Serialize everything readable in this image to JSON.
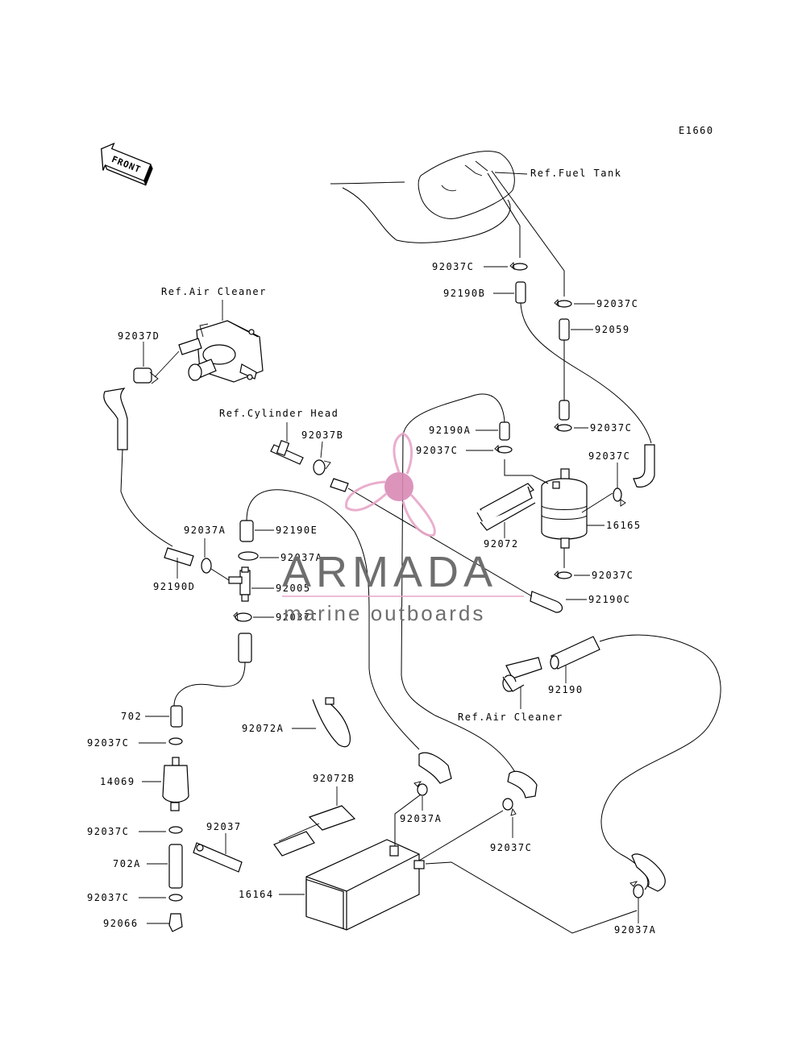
{
  "diagram_code": "E1660",
  "front_label": "FRONT",
  "refs": {
    "fuel_tank": "Ref.Fuel Tank",
    "air_cleaner_top": "Ref.Air Cleaner",
    "cylinder_head": "Ref.Cylinder Head",
    "air_cleaner_bottom": "Ref.Air Cleaner"
  },
  "parts": [
    {
      "key": "p1",
      "label": "92037C"
    },
    {
      "key": "p2",
      "label": "92190B"
    },
    {
      "key": "p3",
      "label": "92037C"
    },
    {
      "key": "p4",
      "label": "92059"
    },
    {
      "key": "p5",
      "label": "92037D"
    },
    {
      "key": "p6",
      "label": "92037B"
    },
    {
      "key": "p7",
      "label": "92190A"
    },
    {
      "key": "p8",
      "label": "92037C"
    },
    {
      "key": "p9",
      "label": "92037C"
    },
    {
      "key": "p10",
      "label": "92037C"
    },
    {
      "key": "p11",
      "label": "16165"
    },
    {
      "key": "p12",
      "label": "92072"
    },
    {
      "key": "p13",
      "label": "92037A"
    },
    {
      "key": "p14",
      "label": "92190E"
    },
    {
      "key": "p15",
      "label": "92037A"
    },
    {
      "key": "p16",
      "label": "92005"
    },
    {
      "key": "p17",
      "label": "92190D"
    },
    {
      "key": "p18",
      "label": "92037C"
    },
    {
      "key": "p19",
      "label": "92037C"
    },
    {
      "key": "p20",
      "label": "92190C"
    },
    {
      "key": "p21",
      "label": "92190"
    },
    {
      "key": "p22",
      "label": "702"
    },
    {
      "key": "p23",
      "label": "92037C"
    },
    {
      "key": "p24",
      "label": "92072A"
    },
    {
      "key": "p25",
      "label": "14069"
    },
    {
      "key": "p26",
      "label": "92072B"
    },
    {
      "key": "p27",
      "label": "92037A"
    },
    {
      "key": "p28",
      "label": "92037C"
    },
    {
      "key": "p29",
      "label": "92037"
    },
    {
      "key": "p30",
      "label": "92037C"
    },
    {
      "key": "p31",
      "label": "702A"
    },
    {
      "key": "p32",
      "label": "16164"
    },
    {
      "key": "p33",
      "label": "92037C"
    },
    {
      "key": "p34",
      "label": "92066"
    },
    {
      "key": "p35",
      "label": "92037A"
    }
  ],
  "watermark": {
    "brand": "ARMADA",
    "tagline": "marine outboards",
    "brand_color": "#6e6e6e",
    "logo_color": "#e8a6c8",
    "logo_dark": "#d989b4"
  }
}
